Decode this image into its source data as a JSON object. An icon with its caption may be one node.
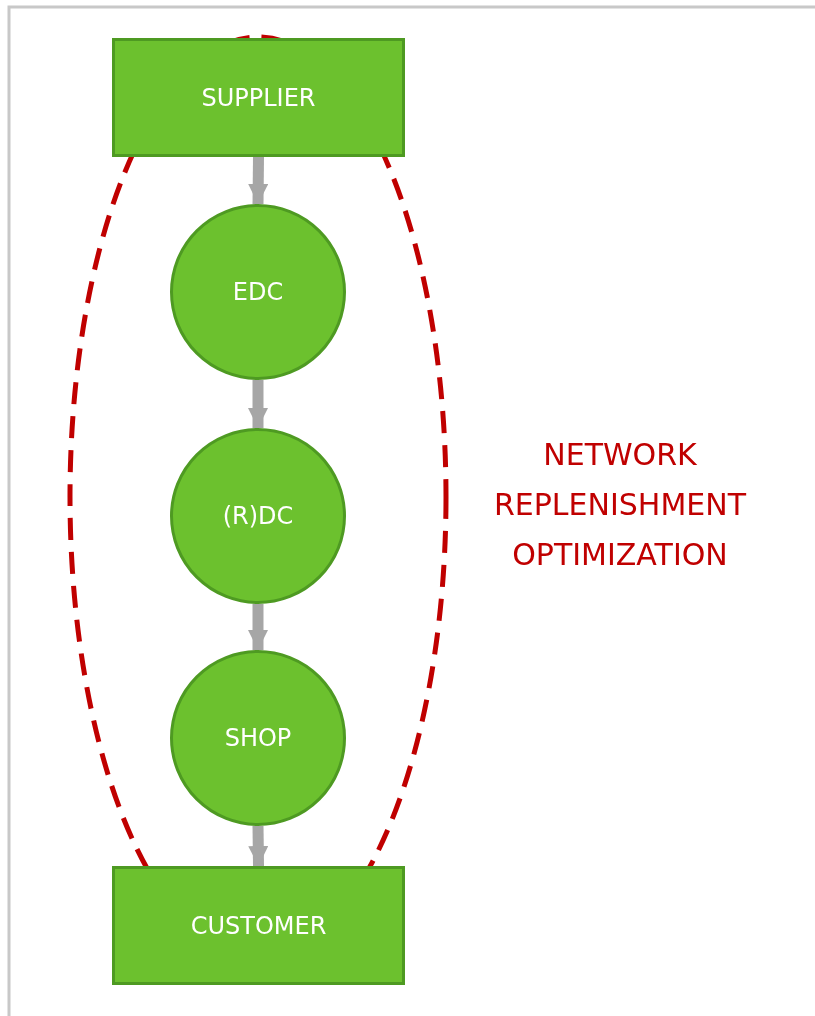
{
  "diagram": {
    "nodes": [
      {
        "text": [
          "SUPPLIER"
        ]
      },
      {
        "text": [
          "EDC"
        ]
      },
      {
        "text": [
          "(R)DC"
        ]
      },
      {
        "text": [
          "SHOP"
        ]
      },
      {
        "text": [
          "CUSTOMER"
        ]
      },
      {
        "text": [
          "NETWORK REPLENISHMENT OPTIMIZATION"
        ]
      }
    ],
    "edges": [
      {
        "from": 0,
        "to": 1,
        "arrow": "to"
      },
      {
        "from": 1,
        "to": 2,
        "arrow": "to"
      },
      {
        "from": 2,
        "to": 3,
        "arrow": "to"
      },
      {
        "from": 3,
        "to": 4,
        "arrow": "to"
      }
    ]
  }
}
